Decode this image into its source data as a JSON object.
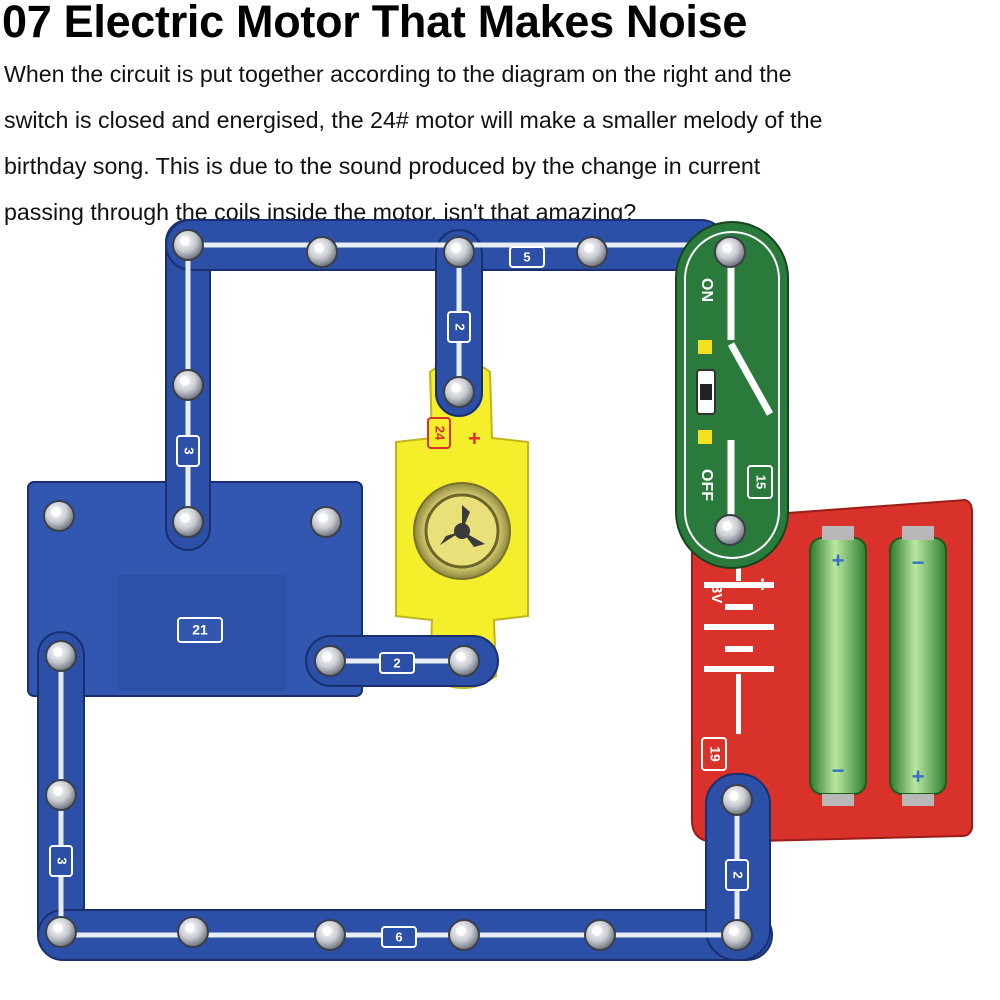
{
  "title": "07 Electric Motor That Makes Noise",
  "description_lines": [
    "When the circuit is put together according to the diagram on the right and the",
    "switch is closed and energised, the 24# motor will make a smaller melody of the",
    "birthday song. This is due to the sound produced by the change in current",
    "passing through the coils inside the motor, isn't that amazing?"
  ],
  "parts": {
    "wire_top_left": "3",
    "wire_top_right": "5",
    "wire_top_drop": "2",
    "module_main": "21",
    "wire_module_motor": "2",
    "motor": "24",
    "motor_polarity": "+",
    "switch": "15",
    "switch_on": "ON",
    "switch_off": "OFF",
    "battery": "19",
    "battery_voltage": "3V",
    "battery_polarity": "+",
    "battery_1_top": "+",
    "battery_1_bottom": "−",
    "battery_2_top": "−",
    "battery_2_bottom": "+",
    "wire_left_bottom": "3",
    "wire_bottom": "6",
    "wire_right_bottom": "2"
  },
  "colors": {
    "wire_blue": "#2c4fa8",
    "wire_edge": "#1a2f6e",
    "module_blue": "#3157b1",
    "motor_yellow": "#f5ee2a",
    "switch_green": "#2a7a3c",
    "battery_red": "#d8322a",
    "cell_green": "#3f9a3a"
  }
}
